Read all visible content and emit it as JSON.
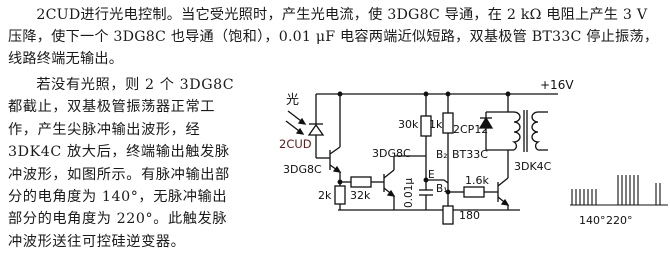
{
  "text": {
    "intro": "2CUD进行光电控制。当它受光照时，产生光电流，使 3DG8C 导通，在 2 kΩ 电阻上产生 3 V 压降，使下一个 3DG8C 也导通（饱和），0.01 μF 电容两端近似短路，双基极管 BT33C 停止振荡，线路终端无输出。",
    "body": "若没有光照，则 2 个 3DG8C 都截止，双基极管振荡器正常工作，产生尖脉冲输出波形，经 3DK4C 放大后，终端输出触发脉冲波形，如图所示。有脉冲输出部分的电角度为 140°，无脉冲输出部分的电角度为 220°。此触发脉冲波形送往可控硅逆变器。"
  },
  "circuit": {
    "supply": "+16V",
    "light": "光",
    "photodiode": "2CUD",
    "q1": "3DG8C",
    "q2": "3DG8C",
    "ujt": "BT33C",
    "q3": "3DK4C",
    "r_emitter": "2k",
    "r_base": "32k",
    "r_collector": "30k",
    "r_b2": "1k",
    "r_b1": "180",
    "r_out": "1.6k",
    "cap": "0.01μ",
    "diode": "2CP12",
    "pin_b2": "B₂",
    "pin_e": "E",
    "pin_b1": "B₁"
  },
  "waveform": {
    "label_on": "140°",
    "label_off": "220°"
  }
}
